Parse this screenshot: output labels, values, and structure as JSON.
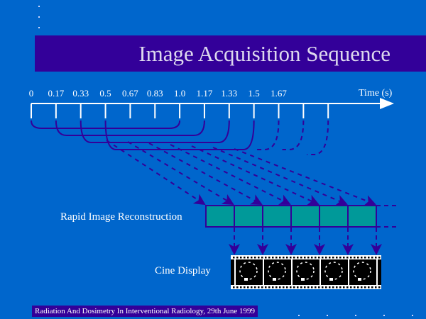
{
  "title": "Image Acquisition Sequence",
  "axis": {
    "ticks": [
      "0",
      "0.17",
      "0.33",
      "0.5",
      "0.67",
      "0.83",
      "1.0",
      "1.17",
      "1.33",
      "1.5",
      "1.67"
    ],
    "label": "Time (s)"
  },
  "labels": {
    "recon": "Rapid Image Reconstruction",
    "cine": "Cine Display"
  },
  "footer": "Radiation And Dosimetry In Interventional Radiology, 29th June 1999",
  "colors": {
    "background": "#0066cc",
    "titlebar": "#330099",
    "recon_box": "#009999",
    "arrow": "#330099"
  }
}
